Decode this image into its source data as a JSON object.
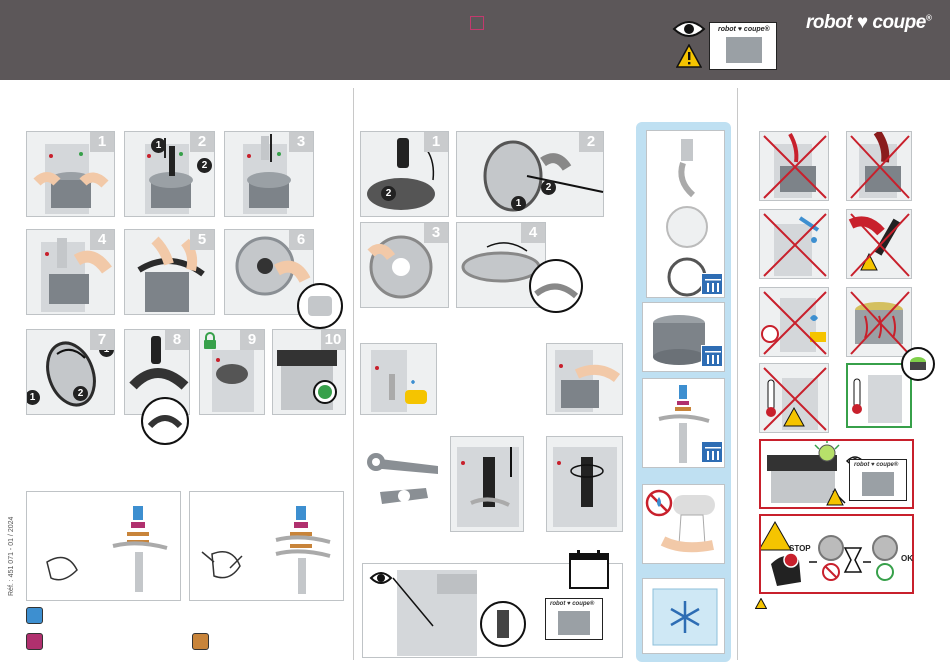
{
  "brand": {
    "logo_text": "robot ♥ coupe",
    "logo_registered": "®"
  },
  "header_manual": {
    "title": "robot ♥ coupe®"
  },
  "section1": {
    "steps": [
      "1",
      "2",
      "3",
      "4",
      "5",
      "6",
      "7",
      "8",
      "9",
      "10"
    ],
    "step2_callouts": [
      "1",
      "2"
    ],
    "step7_callouts": [
      "1",
      "2",
      "1"
    ]
  },
  "section2": {
    "steps": [
      "1",
      "2",
      "3",
      "4"
    ],
    "step1_callouts": [
      "2"
    ],
    "step2_callouts": [
      "2",
      "1"
    ],
    "manual_title": "robot ♥ coupe®"
  },
  "section3": {
    "stop_label": "STOP",
    "ok_label": "OK",
    "manual_title": "robot ♥ coupe®"
  },
  "footer": {
    "ref": "Réf. : 451 071 - 01 / 2024"
  },
  "colors": {
    "header": "#5c5759",
    "accent_blue": "#2e6db4",
    "warning_red": "#c8202c",
    "ok_green": "#37a04a",
    "panel_bg": "#eef0f1"
  },
  "icons": [
    "eye-icon",
    "warning-icon",
    "lock-icon",
    "dishwasher-icon",
    "snowflake-icon",
    "hourglass-icon",
    "calendar-icon",
    "thermometer-icon"
  ]
}
